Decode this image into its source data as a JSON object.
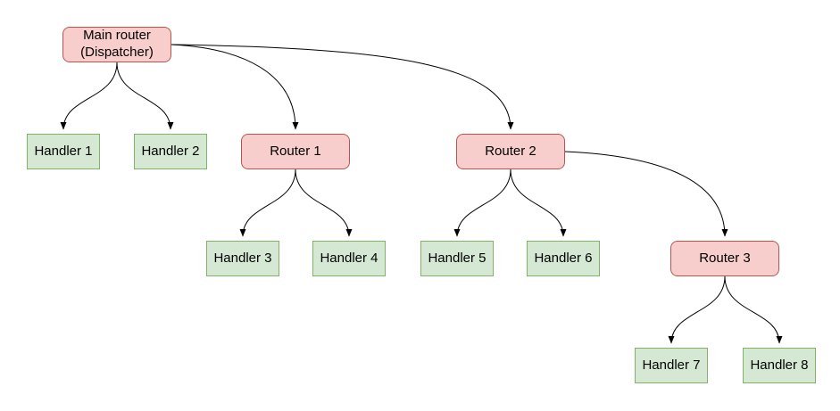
{
  "diagram": {
    "colors": {
      "background": "#ffffff",
      "router_fill": "#f8cecc",
      "router_border": "#b85450",
      "handler_fill": "#d5e8d4",
      "handler_border": "#82b366",
      "edge": "#000000",
      "text": "#000000"
    },
    "nodes": {
      "main": {
        "label": "Main router\n(Dispatcher)",
        "type": "router"
      },
      "router1": {
        "label": "Router 1",
        "type": "router"
      },
      "router2": {
        "label": "Router 2",
        "type": "router"
      },
      "router3": {
        "label": "Router 3",
        "type": "router"
      },
      "handler1": {
        "label": "Handler 1",
        "type": "handler"
      },
      "handler2": {
        "label": "Handler 2",
        "type": "handler"
      },
      "handler3": {
        "label": "Handler 3",
        "type": "handler"
      },
      "handler4": {
        "label": "Handler 4",
        "type": "handler"
      },
      "handler5": {
        "label": "Handler 5",
        "type": "handler"
      },
      "handler6": {
        "label": "Handler 6",
        "type": "handler"
      },
      "handler7": {
        "label": "Handler 7",
        "type": "handler"
      },
      "handler8": {
        "label": "Handler 8",
        "type": "handler"
      }
    },
    "edges": [
      {
        "from": "main",
        "to": "handler1"
      },
      {
        "from": "main",
        "to": "handler2"
      },
      {
        "from": "main",
        "to": "router1"
      },
      {
        "from": "main",
        "to": "router2"
      },
      {
        "from": "router1",
        "to": "handler3"
      },
      {
        "from": "router1",
        "to": "handler4"
      },
      {
        "from": "router2",
        "to": "handler5"
      },
      {
        "from": "router2",
        "to": "handler6"
      },
      {
        "from": "router2",
        "to": "router3"
      },
      {
        "from": "router3",
        "to": "handler7"
      },
      {
        "from": "router3",
        "to": "handler8"
      }
    ]
  }
}
